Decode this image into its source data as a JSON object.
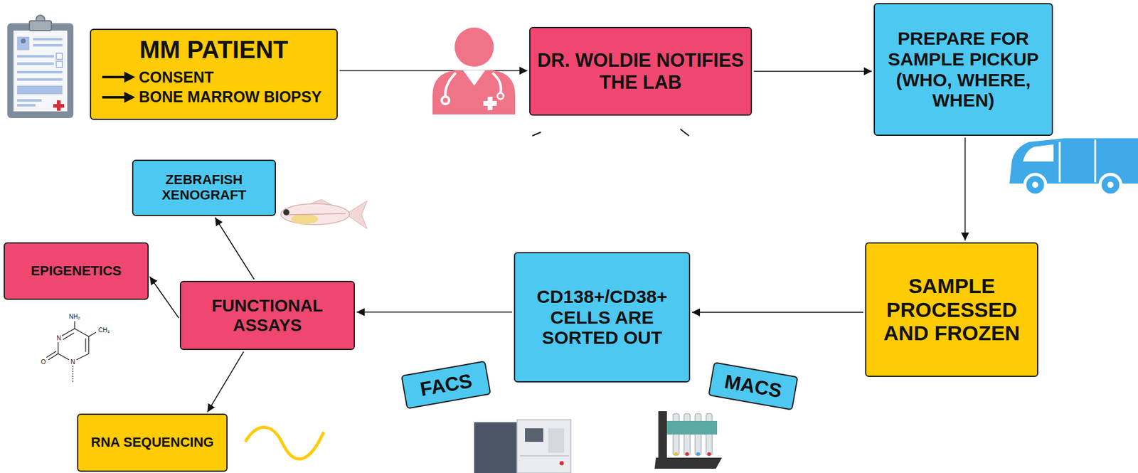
{
  "diagram": {
    "nodes": [
      {
        "text": [
          "MM PATIENT",
          "CONSENT",
          "BONE MARROW BIOPSY"
        ]
      },
      {
        "text": [
          "DR. WOLDIE NOTIFIES THE LAB"
        ]
      },
      {
        "text": [
          "PREPARE FOR SAMPLE PICKUP (WHO, WHERE, WHEN)"
        ]
      },
      {
        "text": [
          "SAMPLE PROCESSED AND FROZEN"
        ]
      },
      {
        "text": [
          "CD138+/CD38+ CELLS ARE SORTED OUT"
        ]
      },
      {
        "text": [
          "FACS"
        ]
      },
      {
        "text": [
          "MACS"
        ]
      },
      {
        "text": [
          "FUNCTIONAL ASSAYS"
        ]
      },
      {
        "text": [
          "ZEBRAFISH XENOGRAFT"
        ]
      },
      {
        "text": [
          "EPIGENETICS"
        ]
      },
      {
        "text": [
          "RNA SEQUENCING"
        ]
      }
    ],
    "edges": [
      {
        "from": 0,
        "to": 1,
        "arrow": "to"
      },
      {
        "from": 1,
        "to": 2,
        "arrow": "to"
      },
      {
        "from": 2,
        "to": 3,
        "arrow": "to"
      },
      {
        "from": 3,
        "to": 4,
        "arrow": "to"
      },
      {
        "from": 4,
        "to": 7,
        "arrow": "to"
      },
      {
        "from": 7,
        "to": 8,
        "arrow": "to"
      },
      {
        "from": 7,
        "to": 9,
        "arrow": "to"
      },
      {
        "from": 7,
        "to": 10,
        "arrow": "to"
      }
    ],
    "labels": [
      "NH₂",
      "CH₃",
      "N",
      "N",
      "O"
    ]
  }
}
